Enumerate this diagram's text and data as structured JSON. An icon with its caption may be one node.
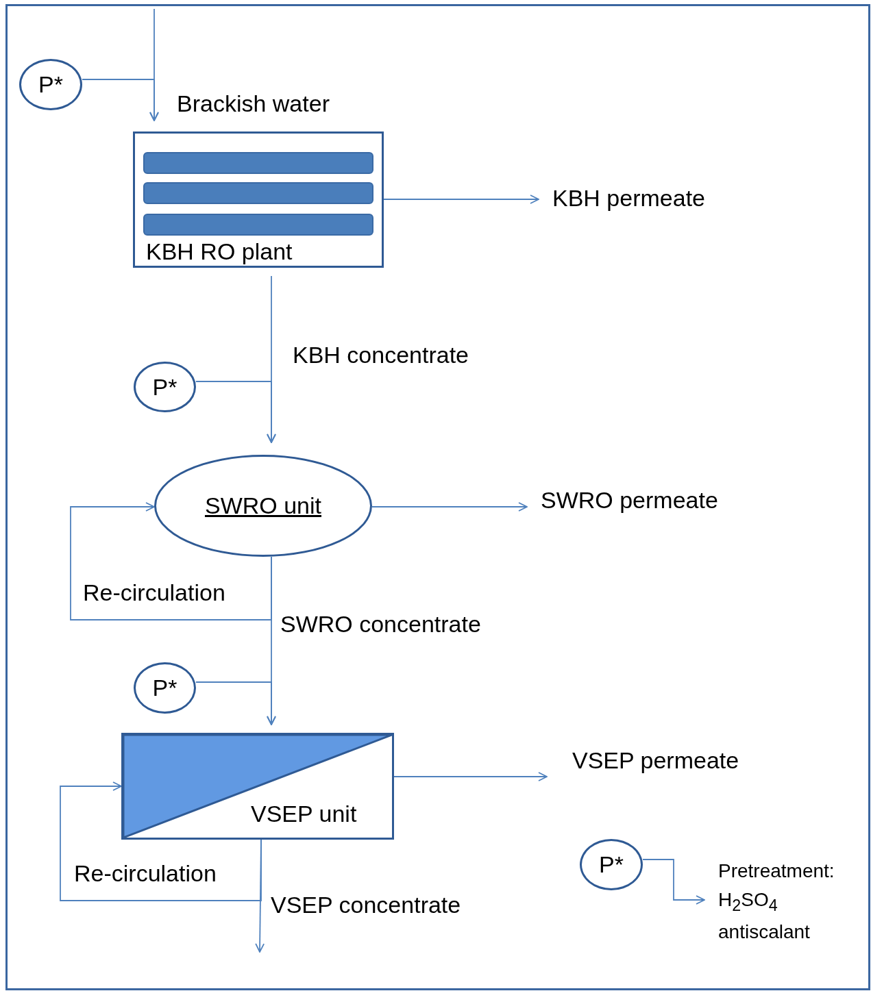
{
  "diagram": {
    "nodes": [
      {
        "text": [
          "P*"
        ]
      },
      {
        "text": [
          "KBH RO plant"
        ]
      },
      {
        "text": [
          "KBH permeate"
        ]
      },
      {
        "text": [
          "P*"
        ]
      },
      {
        "text": [
          "SWRO unit"
        ]
      },
      {
        "text": [
          "SWRO permeate"
        ]
      },
      {
        "text": [
          "P*"
        ]
      },
      {
        "text": [
          "VSEP unit"
        ]
      },
      {
        "text": [
          "VSEP permeate"
        ]
      },
      {
        "text": [
          "P*"
        ]
      },
      {
        "text": [
          "Pretreatment: H$_{2}$SO$_{4}$ antiscalant"
        ]
      }
    ],
    "edges": [
      {
        "from": null,
        "to": 1,
        "arrow": "to",
        "label": "Brackish water"
      },
      {
        "from": 0,
        "to": 1,
        "arrow": "to"
      },
      {
        "from": 1,
        "to": 2,
        "arrow": "to"
      },
      {
        "from": 1,
        "to": 4,
        "arrow": "to",
        "label": "KBH concentrate"
      },
      {
        "from": 3,
        "to": 4,
        "arrow": "to"
      },
      {
        "from": 4,
        "to": 5,
        "arrow": "to"
      },
      {
        "from": 4,
        "to": 4,
        "arrow": "to",
        "label": "Re-circulation"
      },
      {
        "from": 4,
        "to": 7,
        "arrow": "to",
        "label": "SWRO concentrate"
      },
      {
        "from": 6,
        "to": 7,
        "arrow": "to"
      },
      {
        "from": 7,
        "to": 8,
        "arrow": "to"
      },
      {
        "from": 7,
        "to": 7,
        "arrow": "to",
        "label": "Re-circulation"
      },
      {
        "from": 7,
        "to": null,
        "arrow": "to",
        "label": "VSEP concentrate"
      },
      {
        "from": 9,
        "to": 10,
        "arrow": "to"
      }
    ]
  }
}
